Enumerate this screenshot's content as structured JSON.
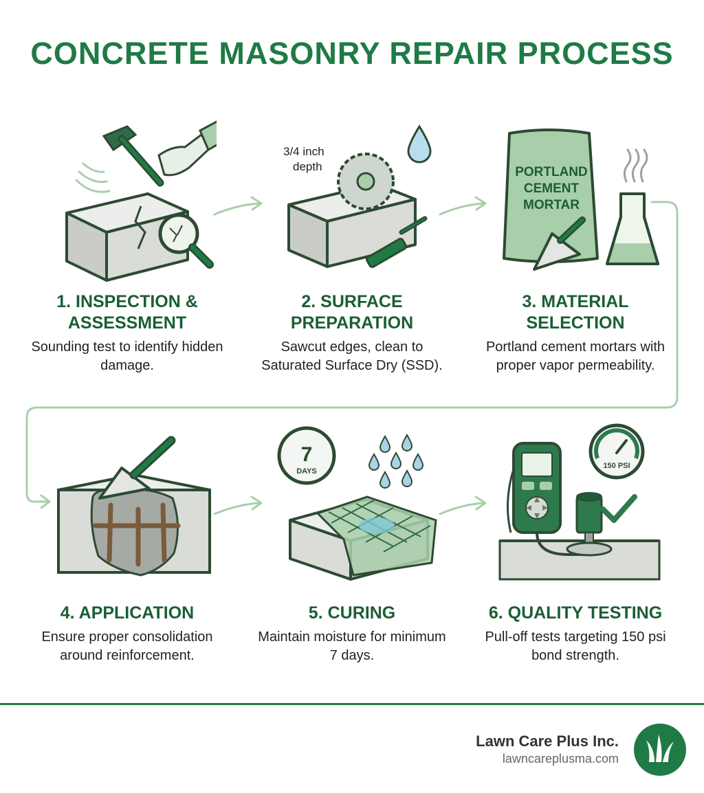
{
  "title": "CONCRETE MASONRY REPAIR PROCESS",
  "steps": [
    {
      "title_line1": "1. INSPECTION &",
      "title_line2": "ASSESSMENT",
      "desc": "Sounding test to identify hidden damage."
    },
    {
      "title_line1": "2. SURFACE",
      "title_line2": "PREPARATION",
      "desc": "Sawcut edges, clean to Saturated Surface Dry (SSD).",
      "annotation_line1": "3/4 inch",
      "annotation_line2": "depth"
    },
    {
      "title_line1": "3. MATERIAL",
      "title_line2": "SELECTION",
      "desc": "Portland cement mortars with proper vapor permeability.",
      "bag_line1": "PORTLAND",
      "bag_line2": "CEMENT",
      "bag_line3": "MORTAR"
    },
    {
      "title_line1": "4. APPLICATION",
      "title_line2": "",
      "desc": "Ensure proper consolidation around reinforcement."
    },
    {
      "title_line1": "5. CURING",
      "title_line2": "",
      "desc": "Maintain moisture for minimum 7 days.",
      "timer_number": "7",
      "timer_unit": "DAYS"
    },
    {
      "title_line1": "6. QUALITY TESTING",
      "title_line2": "",
      "desc": "Pull-off tests targeting 150 psi bond strength.",
      "gauge_label": "150 PSI"
    }
  ],
  "footer": {
    "company": "Lawn Care Plus Inc.",
    "url": "lawncareplusma.com"
  },
  "colors": {
    "brand_green": "#1f7a46",
    "dark_green": "#1b5e35",
    "light_green": "#a9cfaa",
    "concrete": "#d9dcd8"
  },
  "icons": [
    "hammer-icon",
    "magnifier-icon",
    "saw-blade-icon",
    "water-drop-icon",
    "brush-icon",
    "cement-bag-icon",
    "trowel-icon",
    "flask-icon",
    "rebar-icon",
    "timer-icon",
    "burlap-icon",
    "tester-icon",
    "gauge-icon",
    "check-icon",
    "grass-logo-icon"
  ]
}
